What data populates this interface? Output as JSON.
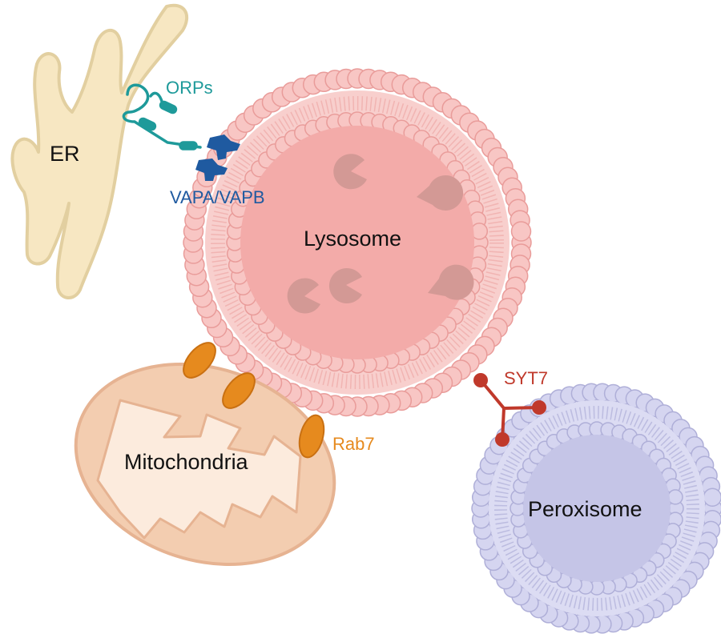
{
  "organelles": {
    "er": "ER",
    "lysosome": "Lysosome",
    "mitochondria": "Mitochondria",
    "peroxisome": "Peroxisome"
  },
  "proteins": {
    "orps": "ORPs",
    "vapa_vapb": "VAPA/VAPB",
    "rab7": "Rab7",
    "syt7": "SYT7"
  },
  "colors": {
    "er_fill": "#F7E7C2",
    "er_stroke": "#E2CFA0",
    "lysosome_head": "#F8C6C4",
    "lysosome_core": "#F3ABA9",
    "lysosome_stroke": "#E99C9A",
    "cargo": "#D39995",
    "mito_outer": "#F3CDB0",
    "mito_inner": "#FCEBDD",
    "peroxisome_head": "#D5D5F0",
    "peroxisome_core": "#C5C5E7",
    "peroxisome_stroke": "#AFAFD8",
    "orps": "#1E9A9A",
    "vapa_vapb": "#1F5AA0",
    "rab7": "#E68A1E",
    "syt7": "#C0392B"
  }
}
